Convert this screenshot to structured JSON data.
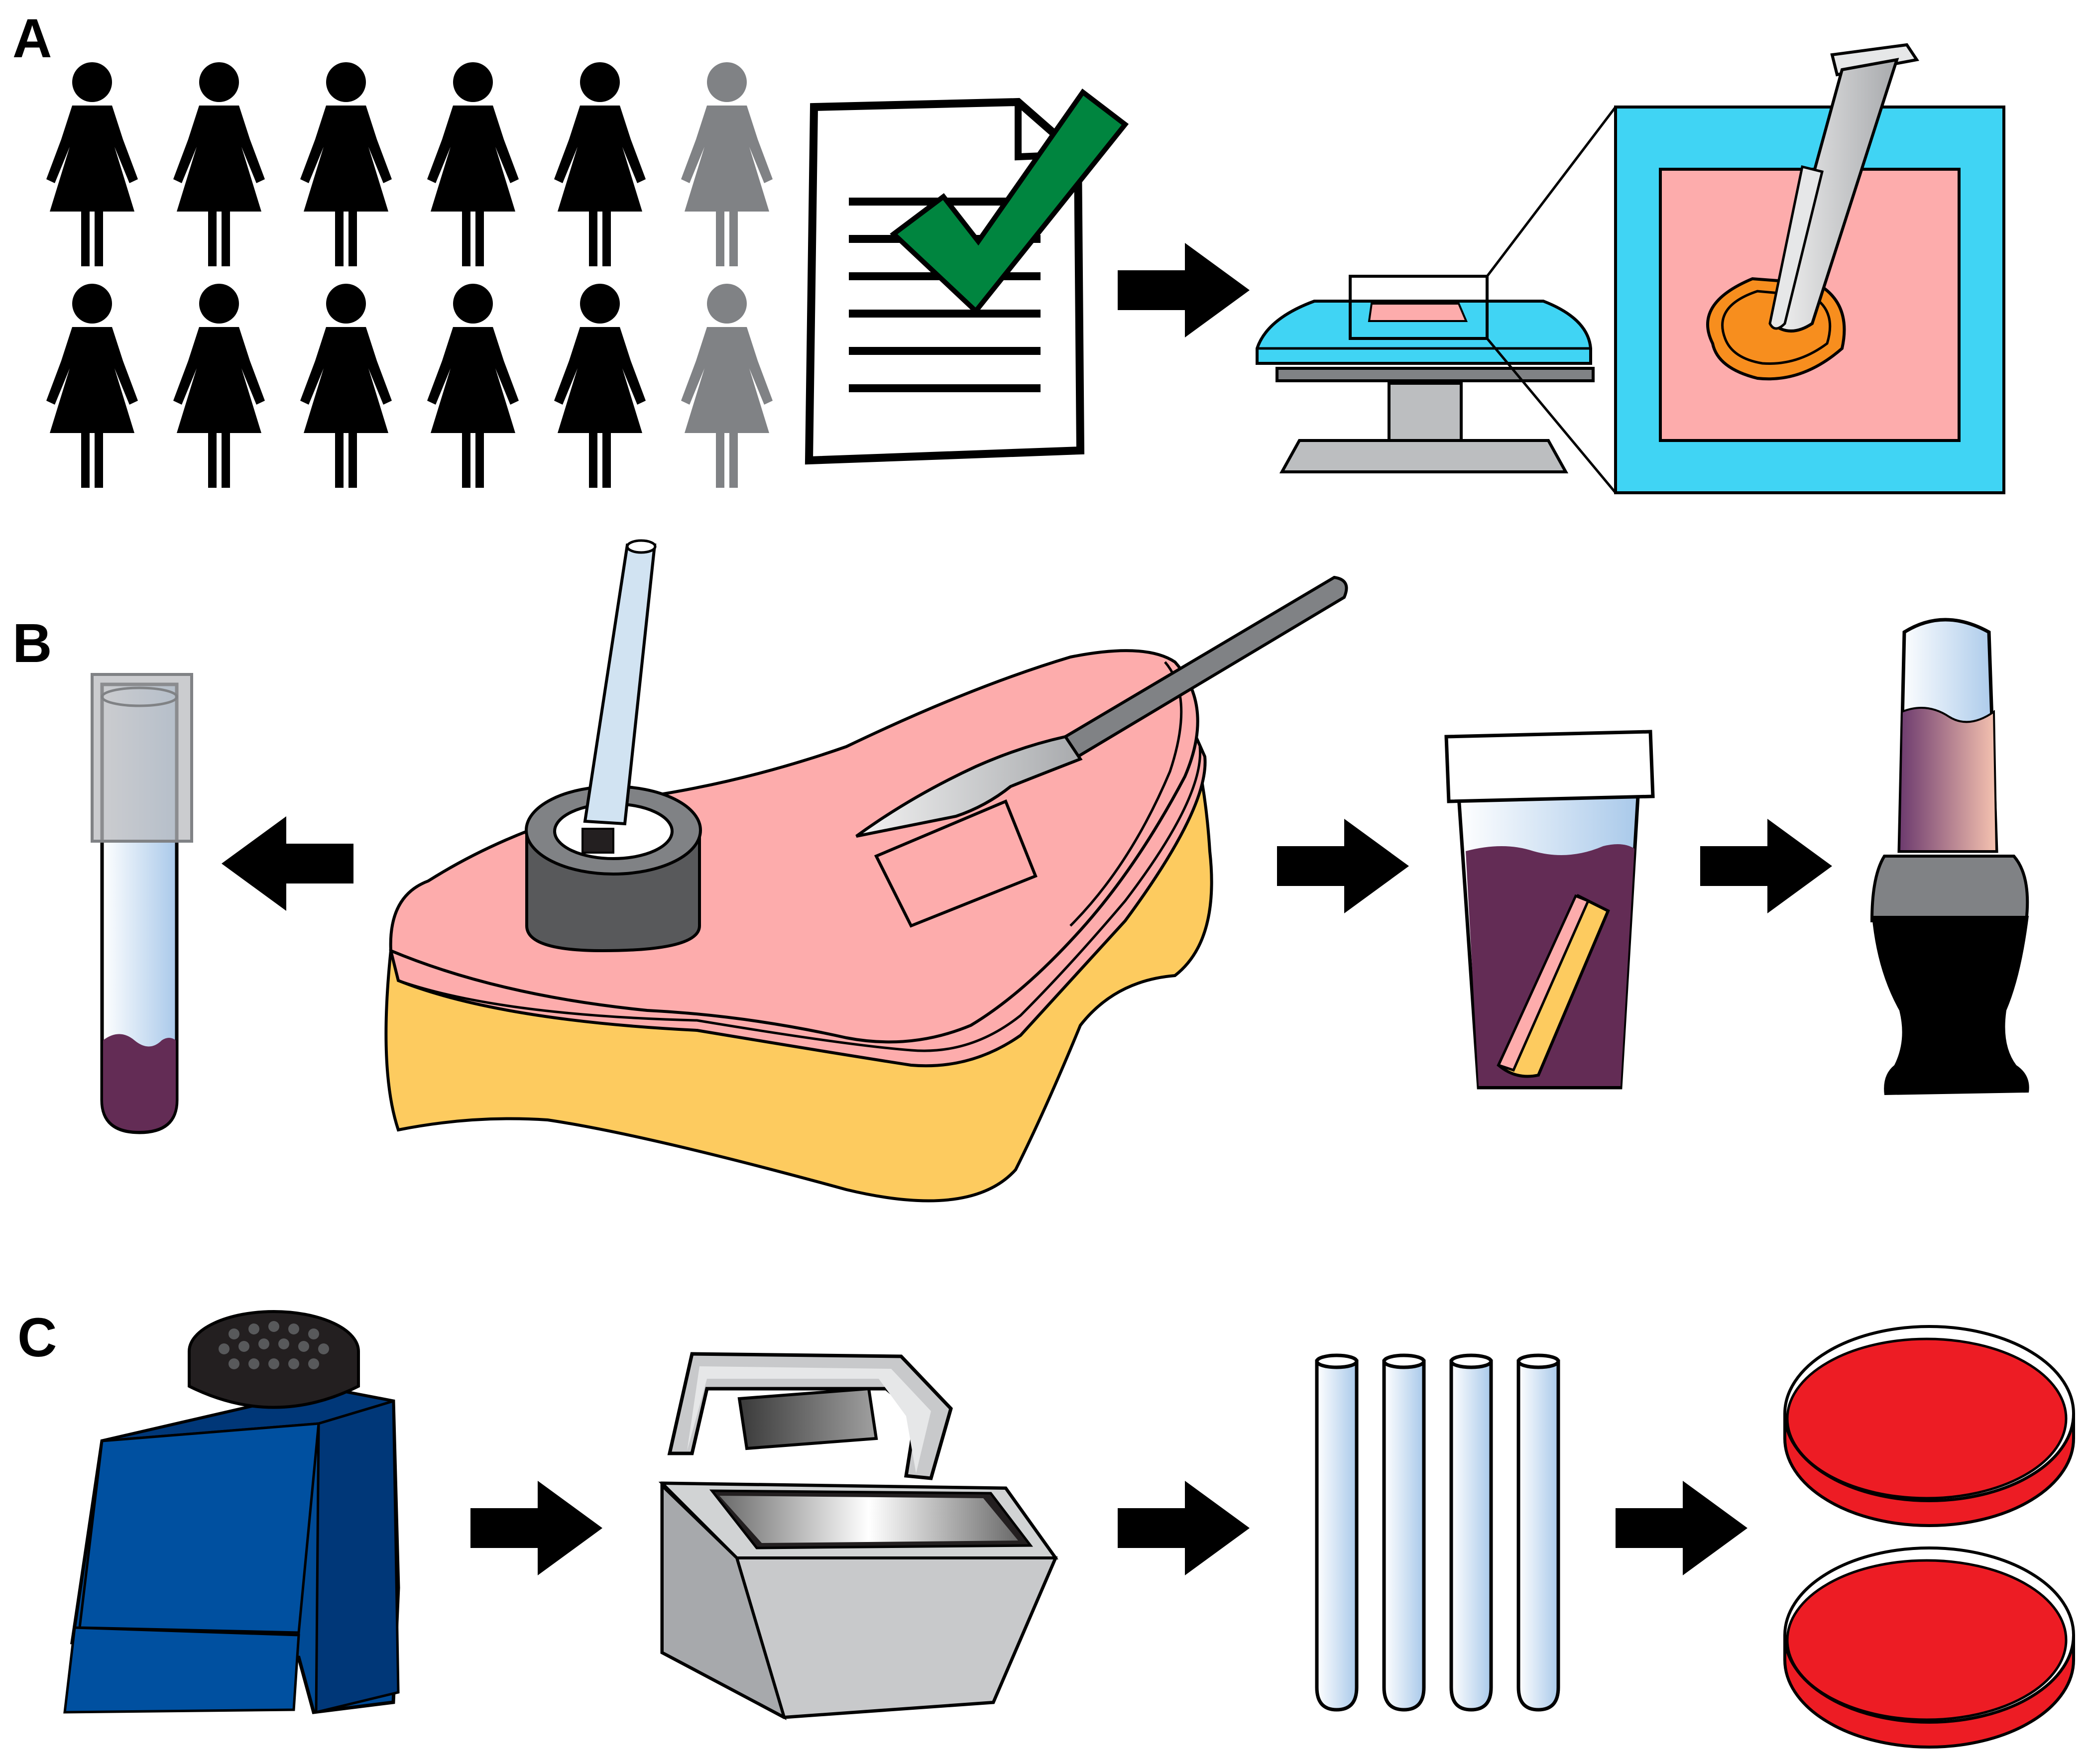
{
  "panels": [
    {
      "label": "A"
    },
    {
      "label": "B"
    },
    {
      "label": "C"
    }
  ],
  "colors": {
    "figure_black": "#000000",
    "figure_gray": "#808285",
    "check_green": "#00853f",
    "scanner_blue": "#40d4f4",
    "tissue_pink": "#fdacac",
    "fat_yellow": "#fdcb5f",
    "punch_orange": "#f78e1e",
    "tube_blue": "#bcd7ee",
    "liquid_purple": "#632c55",
    "vortexer_blue": "#0050a0",
    "heater_gray": "#c8c9cb",
    "agar_red": "#ed1c24"
  },
  "icons": {
    "panel_a": [
      "female-figure-icon",
      "consent-document-icon",
      "check-mark-icon",
      "imaging-scanner-icon",
      "biopsy-punch-icon"
    ],
    "panel_b": [
      "blood-tube-icon",
      "tissue-slab-icon",
      "scalpel-icon",
      "biopsy-punch-icon",
      "specimen-jar-icon",
      "culture-bottle-icon"
    ],
    "panel_c": [
      "vortex-mixer-icon",
      "heat-block-icon",
      "test-tube-icon",
      "agar-plate-icon"
    ]
  }
}
